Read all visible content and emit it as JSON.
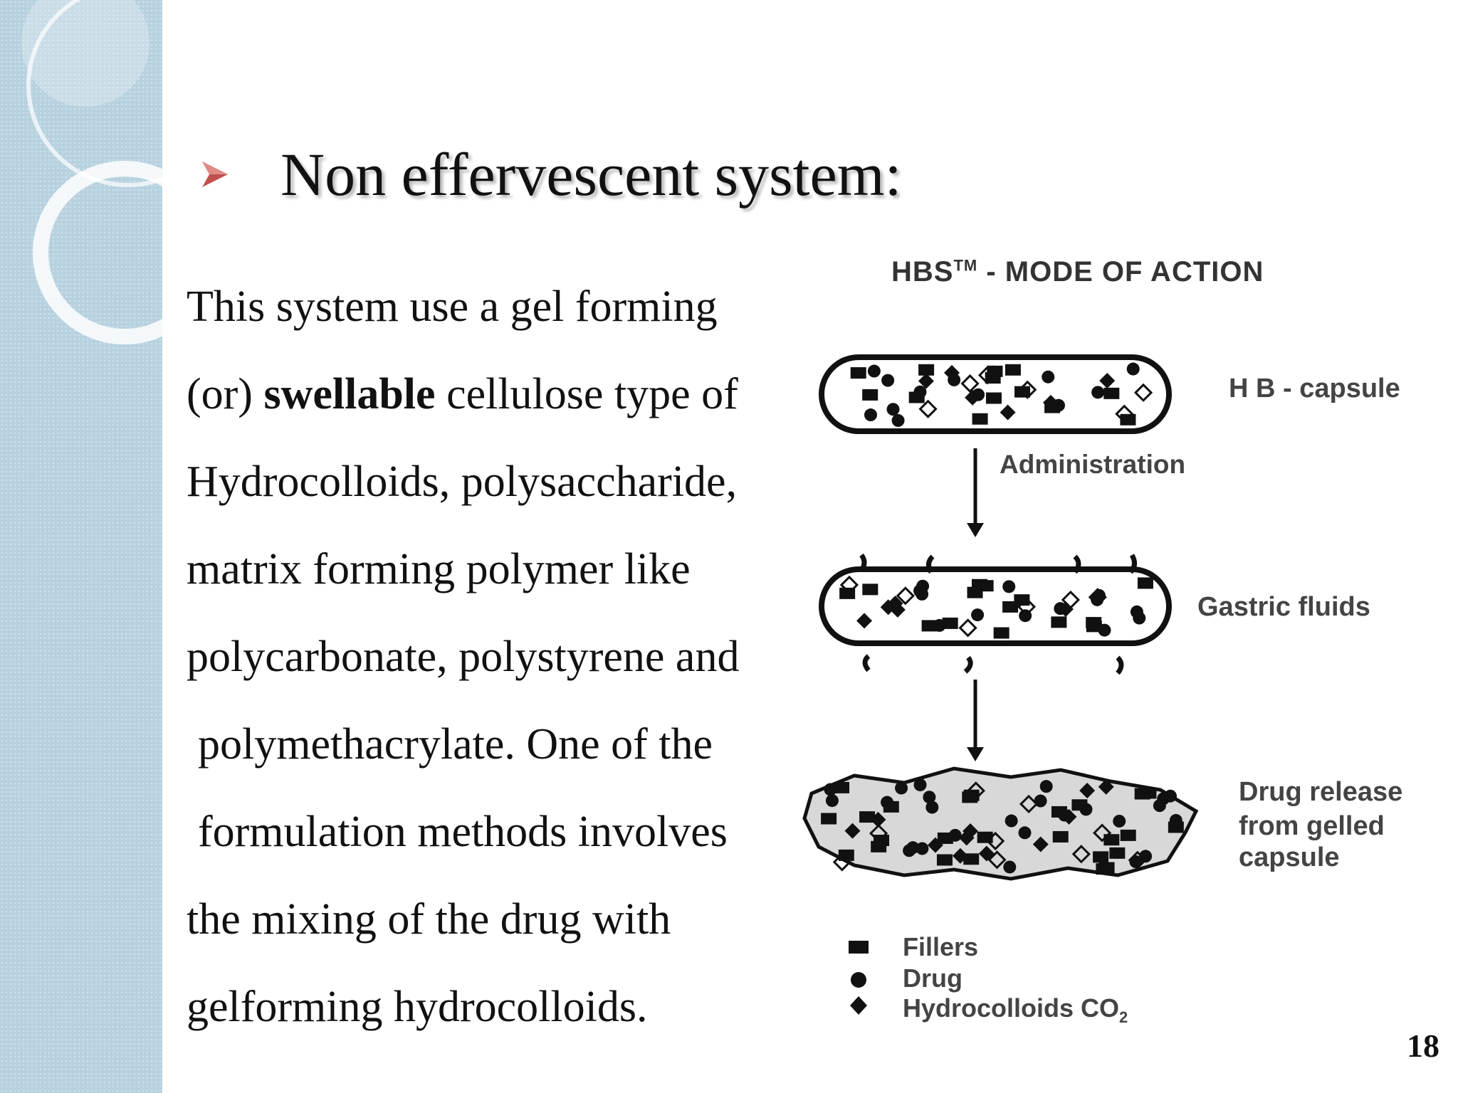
{
  "slide": {
    "title": "Non effervescent system:",
    "body_lines": [
      {
        "pre": "This system use a gel forming",
        "bold": "",
        "post": ""
      },
      {
        "pre": "(or) ",
        "bold": "swellable",
        "post": " cellulose type of"
      },
      {
        "pre": "Hydrocolloids, polysaccharide,",
        "bold": "",
        "post": ""
      },
      {
        "pre": "matrix forming polymer like",
        "bold": "",
        "post": ""
      },
      {
        "pre": "polycarbonate, polystyrene and",
        "bold": "",
        "post": ""
      },
      {
        "pre": "polymethacrylate. One of the",
        "bold": "",
        "post": ""
      },
      {
        "pre": "formulation methods involves",
        "bold": "",
        "post": ""
      },
      {
        "pre": "the mixing of the drug with",
        "bold": "",
        "post": ""
      },
      {
        "pre": "gelforming hydrocolloids.",
        "bold": "",
        "post": ""
      }
    ],
    "page_number": "18"
  },
  "diagram": {
    "title_prefix": "HBS",
    "title_sup": "TM",
    "title_suffix": " -  MODE OF ACTION",
    "labels": {
      "capsule": "H B - capsule",
      "administration": "Administration",
      "gastric": "Gastric fluids",
      "release_1": "Drug release",
      "release_2": "from gelled",
      "release_3": "capsule"
    },
    "legend": [
      "Fillers",
      "Drug",
      "Hydrocolloids CO"
    ],
    "legend_sub": "2"
  },
  "colors": {
    "sidebar": "#b7d1df",
    "bullet": "#c0504d",
    "text": "#111111"
  }
}
